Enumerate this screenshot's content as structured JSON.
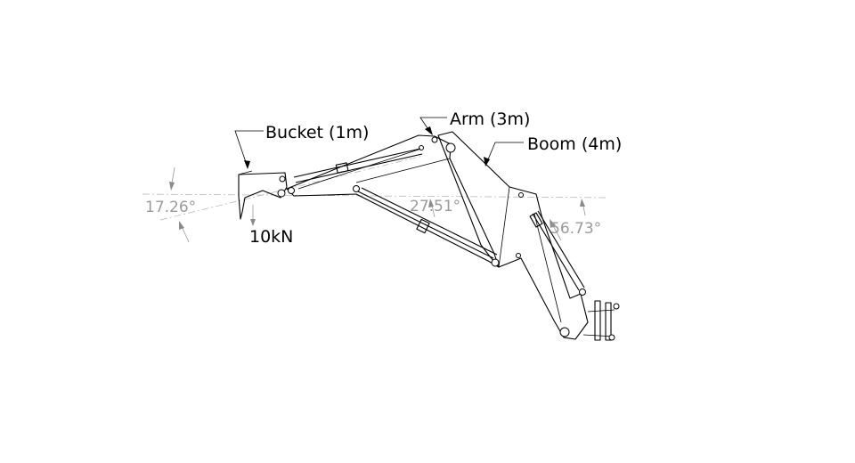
{
  "labels": {
    "bucket": "Bucket (1m)",
    "arm": "Arm (3m)",
    "boom": "Boom (4m)",
    "load": "10kN"
  },
  "angles": {
    "bucket": "17.26°",
    "arm": "27.51°",
    "boom": "56.73°"
  },
  "colors": {
    "line": "#000000",
    "dimension": "#9a9a9a"
  }
}
